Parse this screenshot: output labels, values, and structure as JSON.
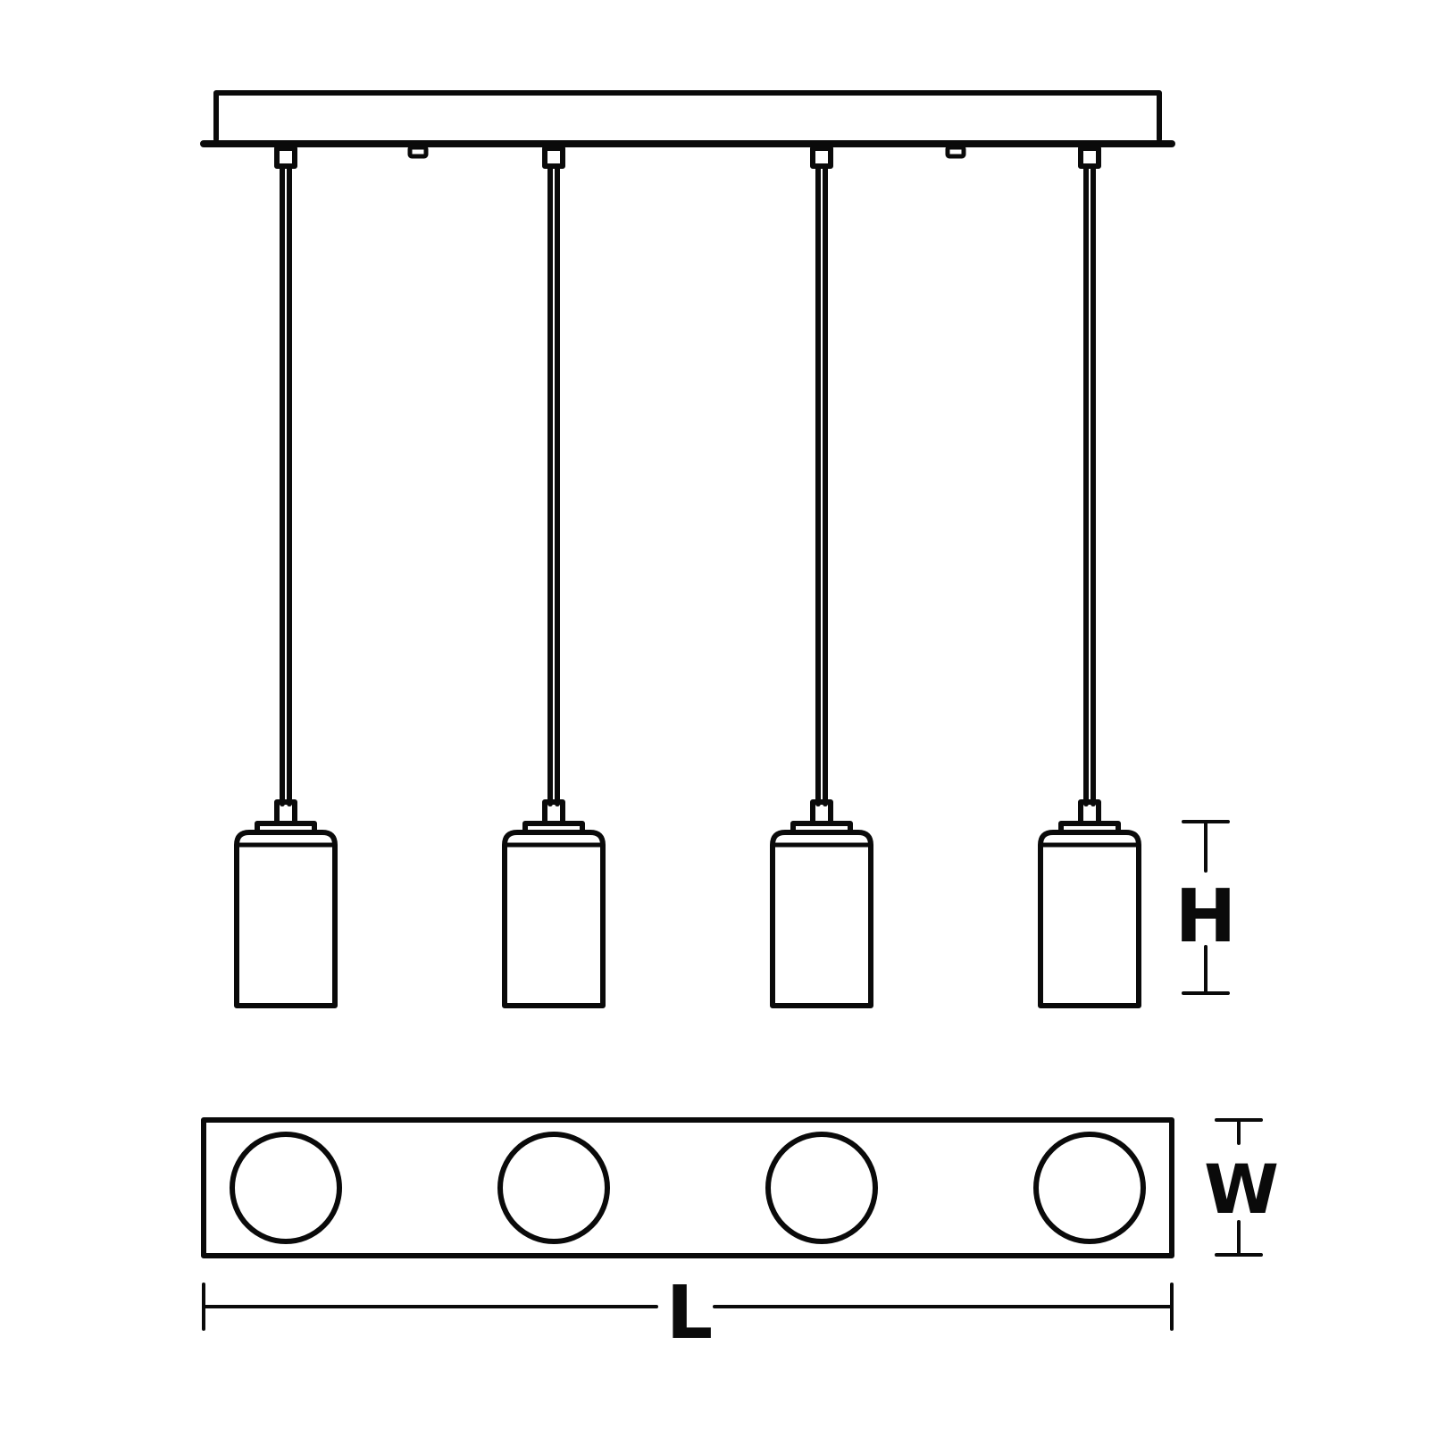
{
  "diagram": {
    "type": "product-dimension-drawing",
    "subject": "4-light linear pendant with cylindrical shades",
    "stroke_color": "#0a0a0a",
    "background": "#ffffff",
    "pendant_count": 4,
    "views": {
      "front": {
        "canopy": "rectangular canopy",
        "pendants": [
          "pendant-1",
          "pendant-2",
          "pendant-3",
          "pendant-4"
        ]
      },
      "top": {
        "plate": "rectangular canopy plate",
        "shades": [
          "shade-1",
          "shade-2",
          "shade-3",
          "shade-4"
        ]
      }
    },
    "dimensions": {
      "height_label": "H",
      "width_label": "W",
      "length_label": "L"
    }
  }
}
